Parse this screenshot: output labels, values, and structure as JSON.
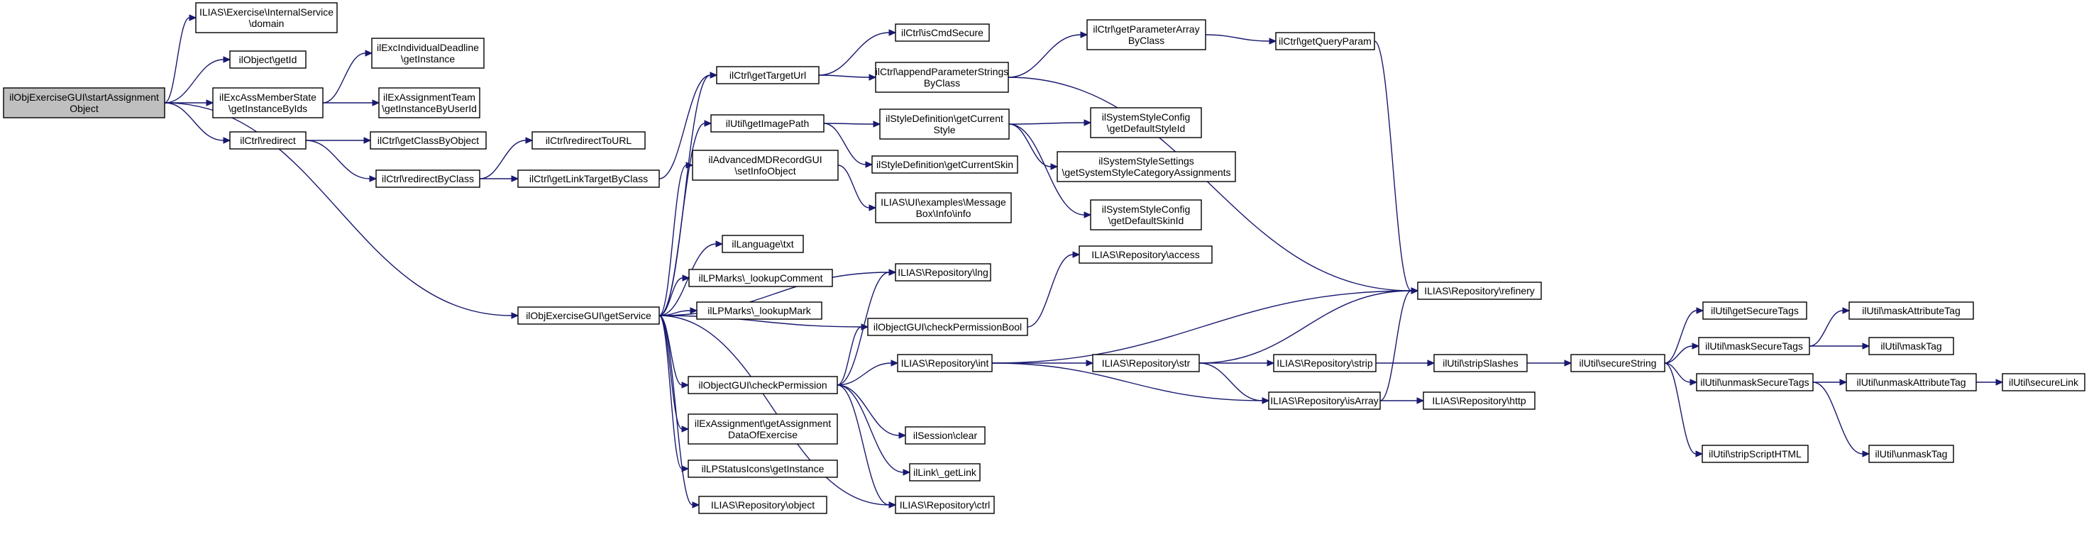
{
  "graph": {
    "colors": {
      "edge": "#191970",
      "node_border": "#000000",
      "root_fill": "#bfbfbf",
      "node_fill": "#ffffff"
    },
    "nodes": [
      {
        "id": "root",
        "lines": [
          "ilObjExerciseGUI\\startAssignment",
          "Object"
        ],
        "root": true
      },
      {
        "id": "n1",
        "lines": [
          "ILIAS\\Exercise\\InternalService",
          "\\domain"
        ]
      },
      {
        "id": "n2",
        "lines": [
          "ilObject\\getId"
        ]
      },
      {
        "id": "n3",
        "lines": [
          "ilExcAssMemberState",
          "\\getInstanceByIds"
        ]
      },
      {
        "id": "n4",
        "lines": [
          "ilCtrl\\redirect"
        ]
      },
      {
        "id": "n5",
        "lines": [
          "ilObjExerciseGUI\\getService"
        ]
      },
      {
        "id": "n6",
        "lines": [
          "ilExcIndividualDeadline",
          "\\getInstance"
        ]
      },
      {
        "id": "n7",
        "lines": [
          "ilExAssignmentTeam",
          "\\getInstanceByUserId"
        ]
      },
      {
        "id": "n8",
        "lines": [
          "ilCtrl\\getClassByObject"
        ]
      },
      {
        "id": "n9",
        "lines": [
          "ilCtrl\\redirectByClass"
        ]
      },
      {
        "id": "n10",
        "lines": [
          "ilCtrl\\redirectToURL"
        ]
      },
      {
        "id": "n11",
        "lines": [
          "ilCtrl\\getLinkTargetByClass"
        ]
      },
      {
        "id": "n12",
        "lines": [
          "ilCtrl\\getTargetUrl"
        ]
      },
      {
        "id": "n13",
        "lines": [
          "ilCtrl\\isCmdSecure"
        ]
      },
      {
        "id": "n14",
        "lines": [
          "ilCtrl\\appendParameterStrings",
          "ByClass"
        ]
      },
      {
        "id": "n15",
        "lines": [
          "ilCtrl\\getParameterArray",
          "ByClass"
        ]
      },
      {
        "id": "n16",
        "lines": [
          "ilCtrl\\getQueryParam"
        ]
      },
      {
        "id": "n17",
        "lines": [
          "ilUtil\\getImagePath"
        ]
      },
      {
        "id": "n18",
        "lines": [
          "ilStyleDefinition\\getCurrent",
          "Style"
        ]
      },
      {
        "id": "n19",
        "lines": [
          "ilStyleDefinition\\getCurrentSkin"
        ]
      },
      {
        "id": "n20",
        "lines": [
          "ilSystemStyleConfig",
          "\\getDefaultStyleId"
        ]
      },
      {
        "id": "n21",
        "lines": [
          "ilSystemStyleSettings",
          "\\getSystemStyleCategoryAssignments"
        ]
      },
      {
        "id": "n22",
        "lines": [
          "ilSystemStyleConfig",
          "\\getDefaultSkinId"
        ]
      },
      {
        "id": "n23",
        "lines": [
          "ilAdvancedMDRecordGUI",
          "\\setInfoObject"
        ]
      },
      {
        "id": "n24",
        "lines": [
          "ILIAS\\UI\\examples\\Message",
          "Box\\Info\\info"
        ]
      },
      {
        "id": "n25",
        "lines": [
          "ilLanguage\\txt"
        ]
      },
      {
        "id": "n26",
        "lines": [
          "ILIAS\\Repository\\lng"
        ]
      },
      {
        "id": "n27",
        "lines": [
          "ilLPMarks\\_lookupComment"
        ]
      },
      {
        "id": "n28",
        "lines": [
          "ilLPMarks\\_lookupMark"
        ]
      },
      {
        "id": "n29",
        "lines": [
          "ILIAS\\Repository\\access"
        ]
      },
      {
        "id": "n30",
        "lines": [
          "ilObjectGUI\\checkPermissionBool"
        ]
      },
      {
        "id": "n31",
        "lines": [
          "ILIAS\\Repository\\refinery"
        ]
      },
      {
        "id": "n32",
        "lines": [
          "ILIAS\\Repository\\int"
        ]
      },
      {
        "id": "n33",
        "lines": [
          "ILIAS\\Repository\\str"
        ]
      },
      {
        "id": "n34",
        "lines": [
          "ILIAS\\Repository\\strip"
        ]
      },
      {
        "id": "n35",
        "lines": [
          "ilUtil\\stripSlashes"
        ]
      },
      {
        "id": "n36",
        "lines": [
          "ilUtil\\secureString"
        ]
      },
      {
        "id": "n37",
        "lines": [
          "ilObjectGUI\\checkPermission"
        ]
      },
      {
        "id": "n38",
        "lines": [
          "ilSession\\clear"
        ]
      },
      {
        "id": "n39",
        "lines": [
          "ILIAS\\Repository\\isArray"
        ]
      },
      {
        "id": "n40",
        "lines": [
          "ILIAS\\Repository\\http"
        ]
      },
      {
        "id": "n41",
        "lines": [
          "ilExAssignment\\getAssignment",
          "DataOfExercise"
        ]
      },
      {
        "id": "n42",
        "lines": [
          "ilLink\\_getLink"
        ]
      },
      {
        "id": "n43",
        "lines": [
          "ilLPStatusIcons\\getInstance"
        ]
      },
      {
        "id": "n44",
        "lines": [
          "ILIAS\\Repository\\object"
        ]
      },
      {
        "id": "n45",
        "lines": [
          "ILIAS\\Repository\\ctrl"
        ]
      },
      {
        "id": "n46",
        "lines": [
          "ilUtil\\getSecureTags"
        ]
      },
      {
        "id": "n47",
        "lines": [
          "ilUtil\\maskSecureTags"
        ]
      },
      {
        "id": "n48",
        "lines": [
          "ilUtil\\unmaskSecureTags"
        ]
      },
      {
        "id": "n49",
        "lines": [
          "ilUtil\\stripScriptHTML"
        ]
      },
      {
        "id": "n50",
        "lines": [
          "ilUtil\\maskAttributeTag"
        ]
      },
      {
        "id": "n51",
        "lines": [
          "ilUtil\\maskTag"
        ]
      },
      {
        "id": "n52",
        "lines": [
          "ilUtil\\unmaskAttributeTag"
        ]
      },
      {
        "id": "n53",
        "lines": [
          "ilUtil\\unmaskTag"
        ]
      },
      {
        "id": "n54",
        "lines": [
          "ilUtil\\secureLink"
        ]
      }
    ],
    "edges": [
      [
        "root",
        "n1"
      ],
      [
        "root",
        "n2"
      ],
      [
        "root",
        "n3"
      ],
      [
        "root",
        "n4"
      ],
      [
        "root",
        "n5"
      ],
      [
        "n3",
        "n6"
      ],
      [
        "n3",
        "n7"
      ],
      [
        "n4",
        "n8"
      ],
      [
        "n4",
        "n9"
      ],
      [
        "n9",
        "n10"
      ],
      [
        "n9",
        "n11"
      ],
      [
        "n11",
        "n12"
      ],
      [
        "n12",
        "n13"
      ],
      [
        "n12",
        "n14"
      ],
      [
        "n14",
        "n15"
      ],
      [
        "n15",
        "n16"
      ],
      [
        "n16",
        "n31"
      ],
      [
        "n14",
        "n31"
      ],
      [
        "n5",
        "n12"
      ],
      [
        "n5",
        "n17"
      ],
      [
        "n5",
        "n23"
      ],
      [
        "n5",
        "n25"
      ],
      [
        "n5",
        "n26"
      ],
      [
        "n5",
        "n27"
      ],
      [
        "n5",
        "n28"
      ],
      [
        "n5",
        "n30"
      ],
      [
        "n5",
        "n37"
      ],
      [
        "n5",
        "n41"
      ],
      [
        "n5",
        "n43"
      ],
      [
        "n5",
        "n44"
      ],
      [
        "n5",
        "n45"
      ],
      [
        "n17",
        "n18"
      ],
      [
        "n17",
        "n19"
      ],
      [
        "n18",
        "n20"
      ],
      [
        "n18",
        "n21"
      ],
      [
        "n18",
        "n22"
      ],
      [
        "n23",
        "n24"
      ],
      [
        "n30",
        "n29"
      ],
      [
        "n37",
        "n26"
      ],
      [
        "n37",
        "n30"
      ],
      [
        "n37",
        "n32"
      ],
      [
        "n37",
        "n38"
      ],
      [
        "n37",
        "n42"
      ],
      [
        "n37",
        "n45"
      ],
      [
        "n32",
        "n31"
      ],
      [
        "n32",
        "n33"
      ],
      [
        "n32",
        "n39"
      ],
      [
        "n33",
        "n31"
      ],
      [
        "n33",
        "n34"
      ],
      [
        "n33",
        "n39"
      ],
      [
        "n34",
        "n35"
      ],
      [
        "n35",
        "n36"
      ],
      [
        "n39",
        "n31"
      ],
      [
        "n39",
        "n40"
      ],
      [
        "n36",
        "n46"
      ],
      [
        "n36",
        "n47"
      ],
      [
        "n36",
        "n48"
      ],
      [
        "n36",
        "n49"
      ],
      [
        "n47",
        "n50"
      ],
      [
        "n47",
        "n51"
      ],
      [
        "n48",
        "n52"
      ],
      [
        "n48",
        "n53"
      ],
      [
        "n52",
        "n54"
      ]
    ]
  }
}
